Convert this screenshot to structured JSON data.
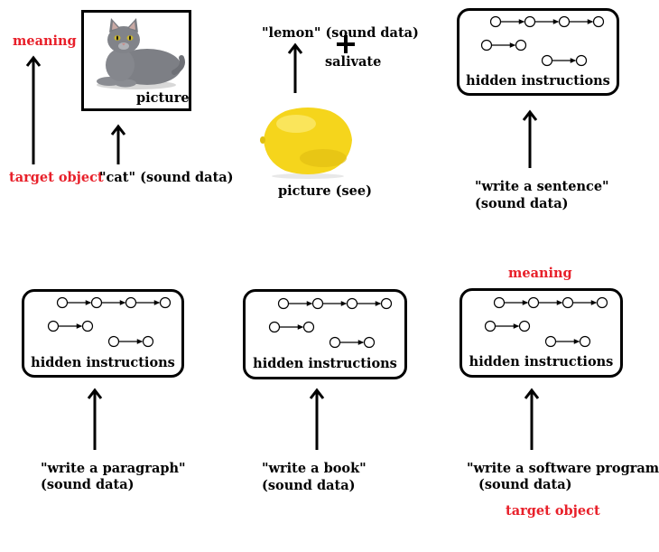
{
  "panels": {
    "cat": {
      "meaning": "meaning",
      "picture_label": "picture",
      "target_object": "target object",
      "sound": "\"cat\" (sound data)"
    },
    "lemon": {
      "sound": "\"lemon\" (sound data)",
      "plus": "+",
      "salivate": "salivate",
      "picture_label": "picture (see)"
    },
    "sentence": {
      "box_label": "hidden instructions",
      "sound_line1": "\"write a sentence\"",
      "sound_line2": "(sound data)"
    },
    "paragraph": {
      "box_label": "hidden instructions",
      "sound_line1": "\"write a paragraph\"",
      "sound_line2": "(sound data)"
    },
    "book": {
      "box_label": "hidden instructions",
      "sound_line1": "\"write a  book\"",
      "sound_line2": "(sound data)"
    },
    "software": {
      "meaning": "meaning",
      "box_label": "hidden instructions",
      "sound_line1": "\"write a software program\"",
      "sound_line2": "(sound data)",
      "target_object": "target object"
    }
  },
  "colors": {
    "red_label": "#e8202a",
    "lemon": "#f5d51c",
    "cat_gray": "#7d7f85"
  },
  "icons": [
    "up-arrow-icon",
    "node-chain-icon",
    "cat-image",
    "lemon-image"
  ]
}
